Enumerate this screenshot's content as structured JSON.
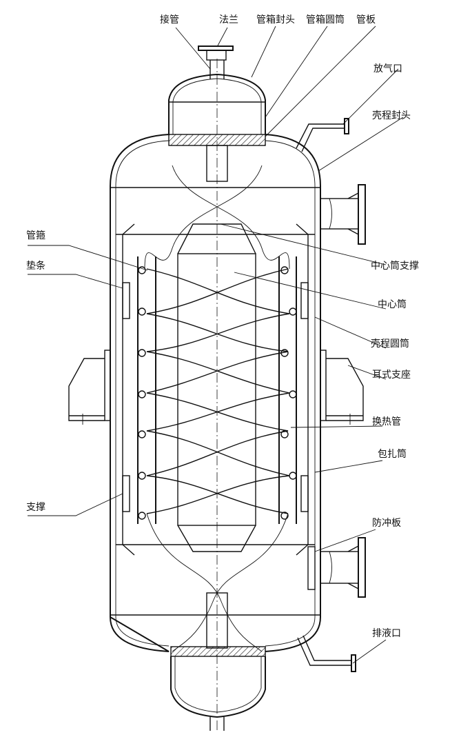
{
  "diagram": {
    "labels": {
      "jieguan": "接管",
      "falan": "法兰",
      "guanxiang_fengtou": "管箱封头",
      "guanxiang_yuantong": "管箱圆筒",
      "guanban": "管板",
      "fangqikou": "放气口",
      "kecheng_fengtou": "壳程封头",
      "guangu": "管箍",
      "diantiao": "垫条",
      "zhongxintong_zhicheng": "中心筒支撑",
      "zhongxintong": "中心筒",
      "kecheng_yuantong": "壳程圆筒",
      "ershi_zhizuo": "耳式支座",
      "huanreguan": "换热管",
      "baozhatong": "包扎筒",
      "zhicheng": "支撑",
      "fangchongban": "防冲板",
      "paiyekou": "排液口"
    }
  }
}
